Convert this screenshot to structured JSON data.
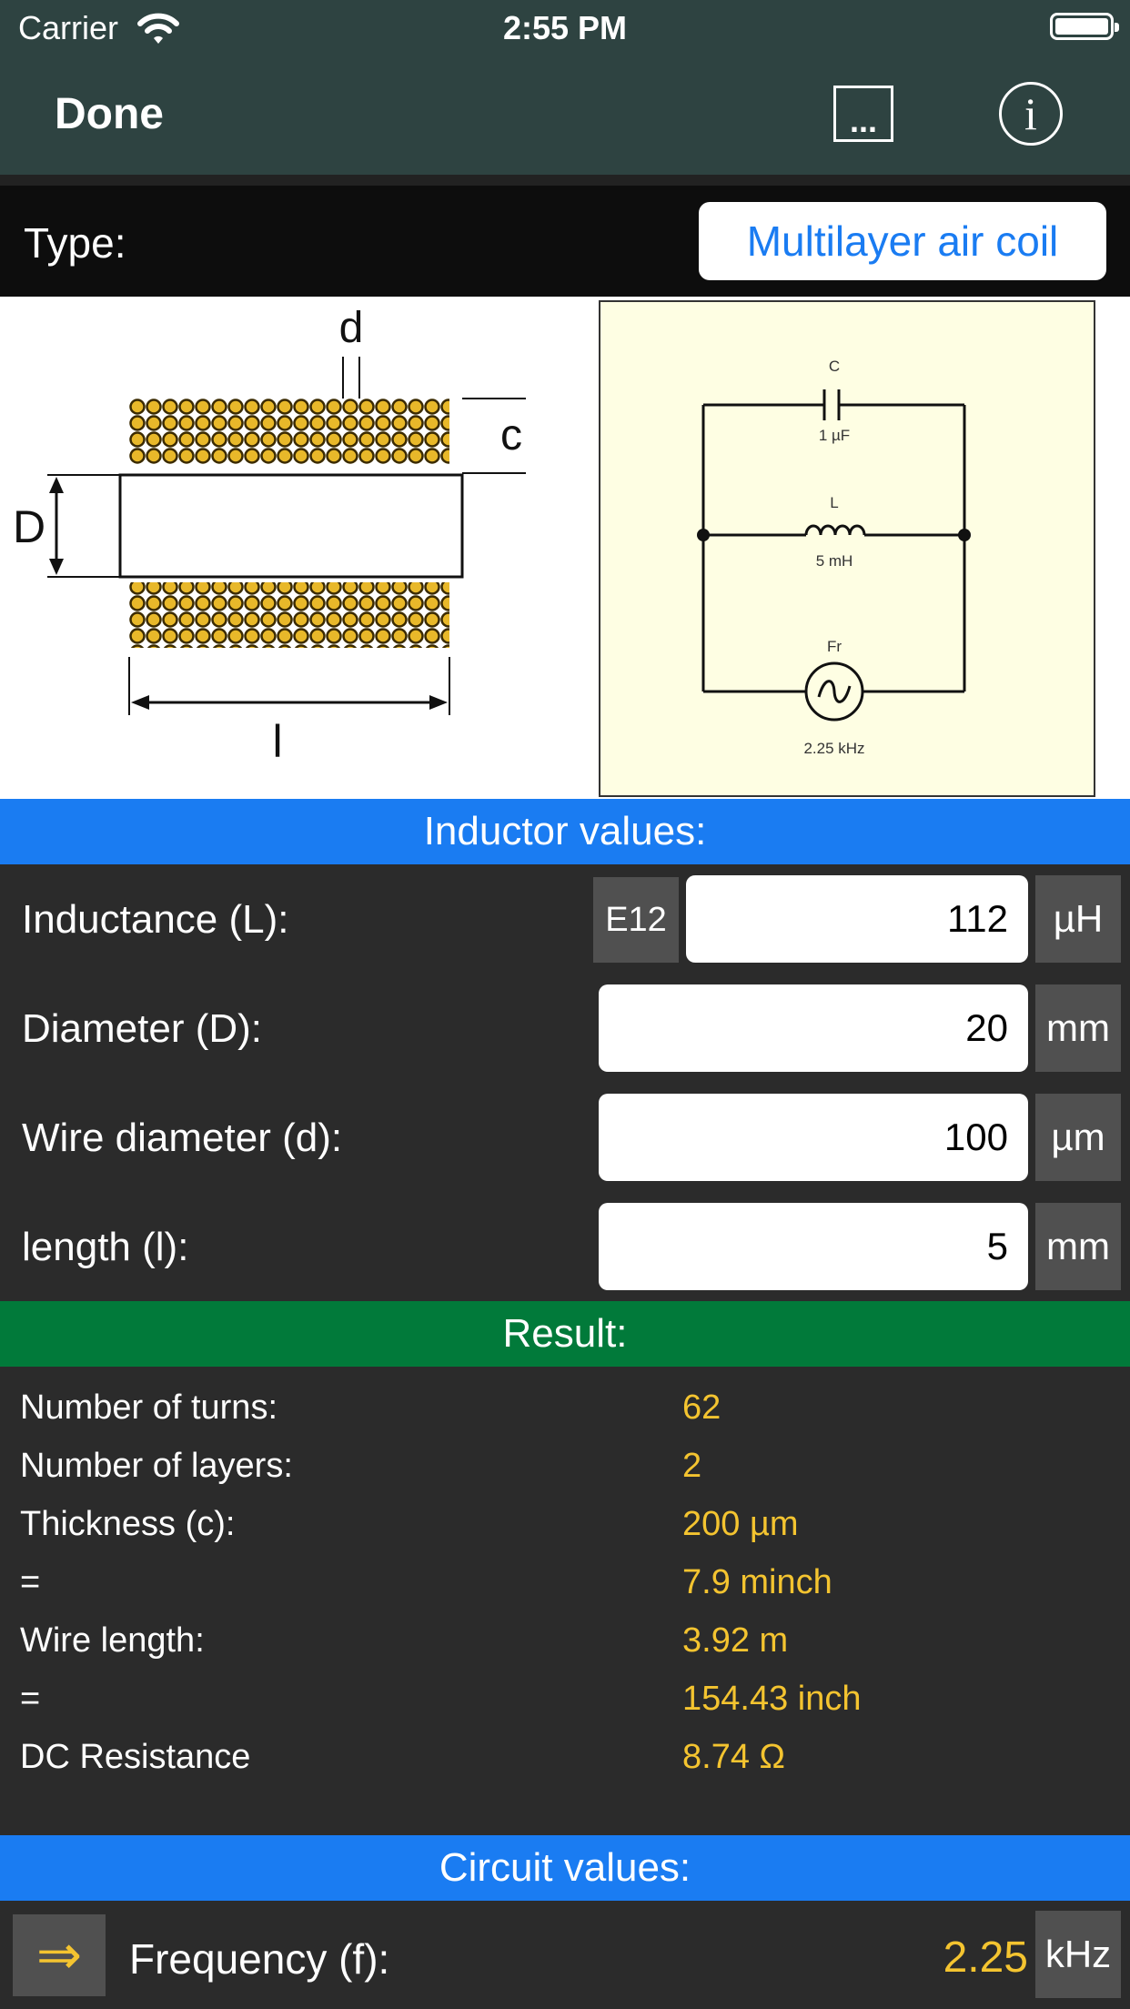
{
  "status": {
    "carrier": "Carrier",
    "time": "2:55 PM"
  },
  "nav": {
    "done_label": "Done",
    "more_label": "...",
    "info_label": "i"
  },
  "type": {
    "label": "Type:",
    "value": "Multilayer air coil"
  },
  "coil_diagram": {
    "wire_label": "d",
    "thickness_label": "c",
    "diameter_label": "D",
    "length_label": "l"
  },
  "circuit_diagram": {
    "capacitor_name": "C",
    "capacitor_value": "1 µF",
    "inductor_name": "L",
    "inductor_value": "5 mH",
    "source_name": "Fr",
    "source_value": "2.25 kHz"
  },
  "inductor_section": {
    "title": "Inductor values:",
    "e12_label": "E12",
    "fields": [
      {
        "label": "Inductance (L):",
        "value": "112",
        "unit": "µH"
      },
      {
        "label": "Diameter (D):",
        "value": "20",
        "unit": "mm"
      },
      {
        "label": "Wire diameter (d):",
        "value": "100",
        "unit": "µm"
      },
      {
        "label": "length (l):",
        "value": "5",
        "unit": "mm"
      }
    ]
  },
  "result_section": {
    "title": "Result:",
    "rows": [
      {
        "label": "Number of turns:",
        "value": "62"
      },
      {
        "label": "Number of layers:",
        "value": "2"
      },
      {
        "label": "Thickness (c):",
        "value": "200 µm"
      },
      {
        "label": "=",
        "value": "7.9 minch"
      },
      {
        "label": "Wire length:",
        "value": "3.92 m"
      },
      {
        "label": "=",
        "value": "154.43 inch"
      },
      {
        "label": "DC Resistance",
        "value": "8.74 Ω"
      }
    ]
  },
  "circuit_section": {
    "title": "Circuit values:",
    "transfer_icon": "⇒",
    "frequency_label": "Frequency (f):",
    "frequency_value": "2.25",
    "frequency_unit": "kHz"
  },
  "colors": {
    "nav_bg": "#2e4341",
    "accent_blue": "#1a7cf2",
    "result_green": "#017a3a",
    "value_yellow": "#f4c430"
  }
}
